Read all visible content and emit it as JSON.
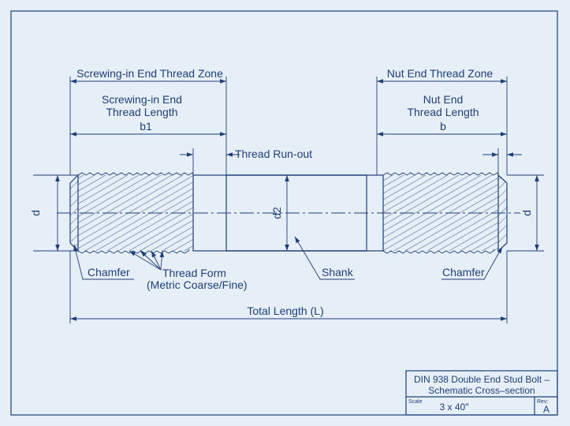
{
  "labels": {
    "screwing_zone": "Screwing-in End Thread Zone",
    "screwing_length_1": "Screwing-in End",
    "screwing_length_2": "Thread Length",
    "b1": "b1",
    "nut_zone": "Nut End Thread Zone",
    "nut_length_1": "Nut End",
    "nut_length_2": "Thread Length",
    "b": "b",
    "runout": "Thread Run-out",
    "d_left": "d",
    "d2": "d2",
    "d_right": "d",
    "chamfer_left": "Chamfer",
    "thread_form_1": "Thread Form",
    "thread_form_2": "(Metric Coarse/Fine)",
    "shank": "Shank",
    "chamfer_right": "Chamfer",
    "total_length": "Total Length (L)"
  },
  "title_block": {
    "title_1": "DIN 938 Double End Stud Bolt –",
    "title_2": "Schematic Cross–section",
    "scale_label": "Scale",
    "scale_value": "3 x 40\"",
    "rev_label": "Rev:",
    "rev_value": "A"
  },
  "colors": {
    "background": "#e6eef7",
    "line": "#1f3f7a"
  }
}
